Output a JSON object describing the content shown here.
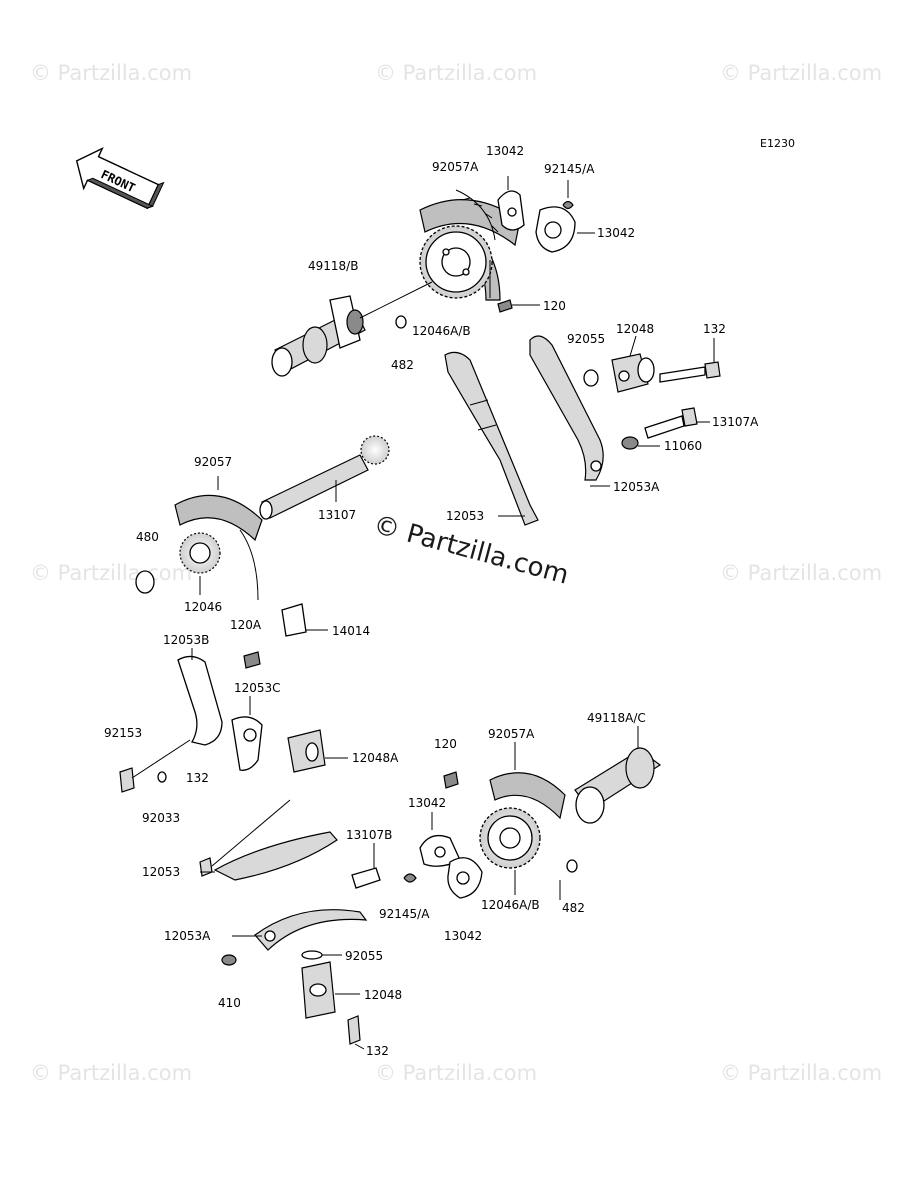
{
  "diagram_code": "E1230",
  "front_label": "FRONT",
  "watermark": "© Partzilla.com",
  "center_watermark": "© Partzilla.com",
  "labels": {
    "l_92057A_top": "92057A",
    "l_13042_top_a": "13042",
    "l_92145A_top": "92145/A",
    "l_13042_top_b": "13042",
    "l_49118B": "49118/B",
    "l_120_top": "120",
    "l_12046AB_top": "12046A/B",
    "l_482_top": "482",
    "l_92055_top": "92055",
    "l_12048_top": "12048",
    "l_132_top": "132",
    "l_13107A_top": "13107A",
    "l_11060": "11060",
    "l_12053A_top": "12053A",
    "l_92057": "92057",
    "l_13107": "13107",
    "l_12053_top": "12053",
    "l_480": "480",
    "l_12046": "12046",
    "l_120A": "120A",
    "l_14014": "14014",
    "l_12053B": "12053B",
    "l_12053C": "12053C",
    "l_92153": "92153",
    "l_12048A": "12048A",
    "l_132_mid": "132",
    "l_92033": "92033",
    "l_120_low": "120",
    "l_92057A_low": "92057A",
    "l_49118AC": "49118A/C",
    "l_13042_low_a": "13042",
    "l_13107B": "13107B",
    "l_12053_low": "12053",
    "l_92145A_low": "92145/A",
    "l_13042_low_b": "13042",
    "l_12046AB_low": "12046A/B",
    "l_482_low": "482",
    "l_12053A_low": "12053A",
    "l_92055_low": "92055",
    "l_410": "410",
    "l_12048_low": "12048",
    "l_132_low": "132"
  }
}
